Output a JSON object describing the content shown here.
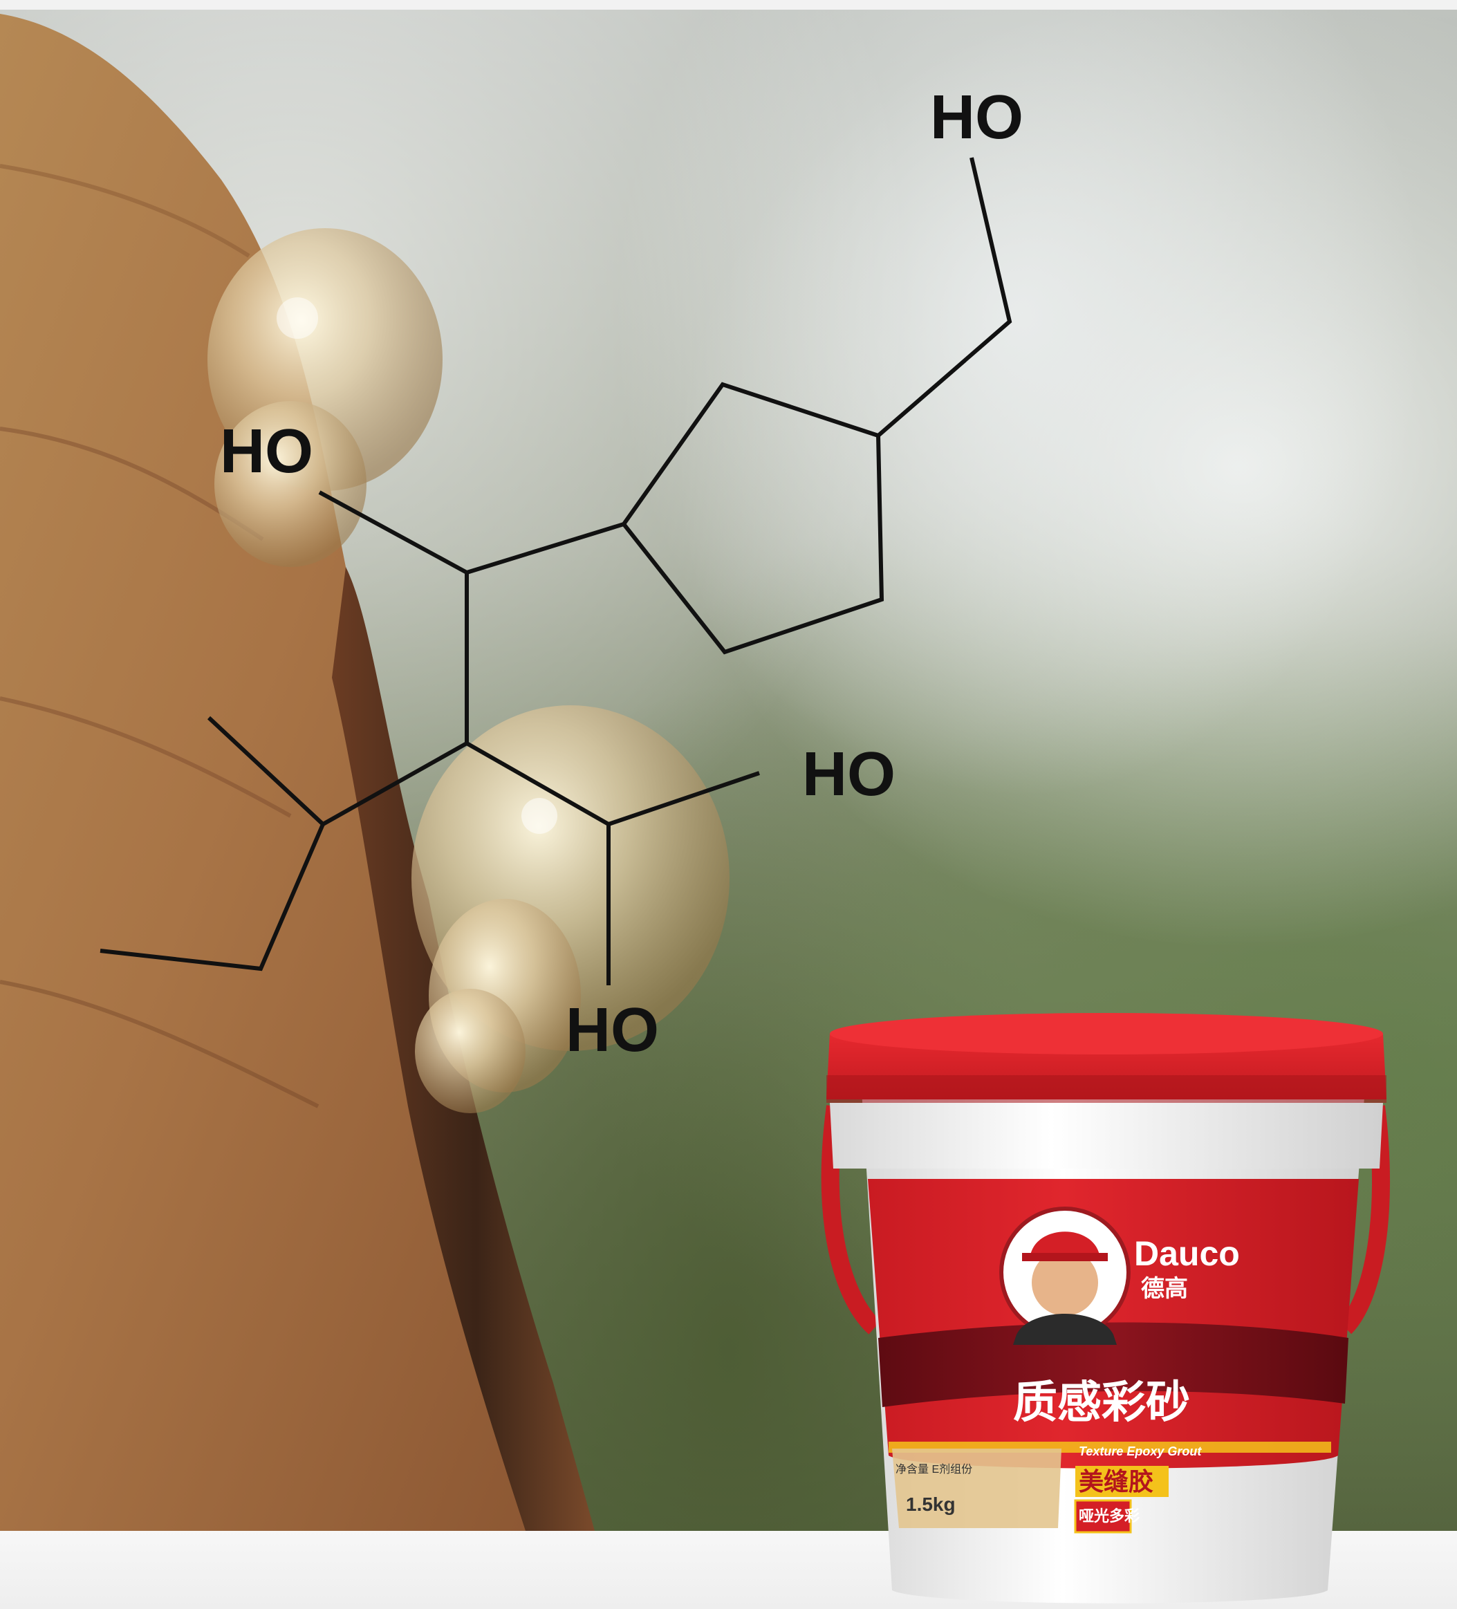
{
  "molecule": {
    "labels": [
      "HO",
      "HO",
      "HO",
      "HO"
    ],
    "bond_color": "#111111"
  },
  "product": {
    "brand": "Dauco",
    "brand_cn": "德高",
    "name_cn": "质感彩砂",
    "name_en": "Texture Epoxy Grout",
    "type_cn": "美缝胶",
    "badge_cn": "哑光多彩",
    "net_weight_label": "净含量 E剂组份",
    "net_weight": "1.5kg",
    "colors": {
      "bucket_red": "#d41f26",
      "bucket_white": "#f7f7f7",
      "band_dark_red": "#7d111b",
      "accent_yellow": "#f4c21b"
    }
  },
  "icons": [
    "molecule-diagram-icon",
    "mascot-icon",
    "paint-bucket-icon"
  ]
}
